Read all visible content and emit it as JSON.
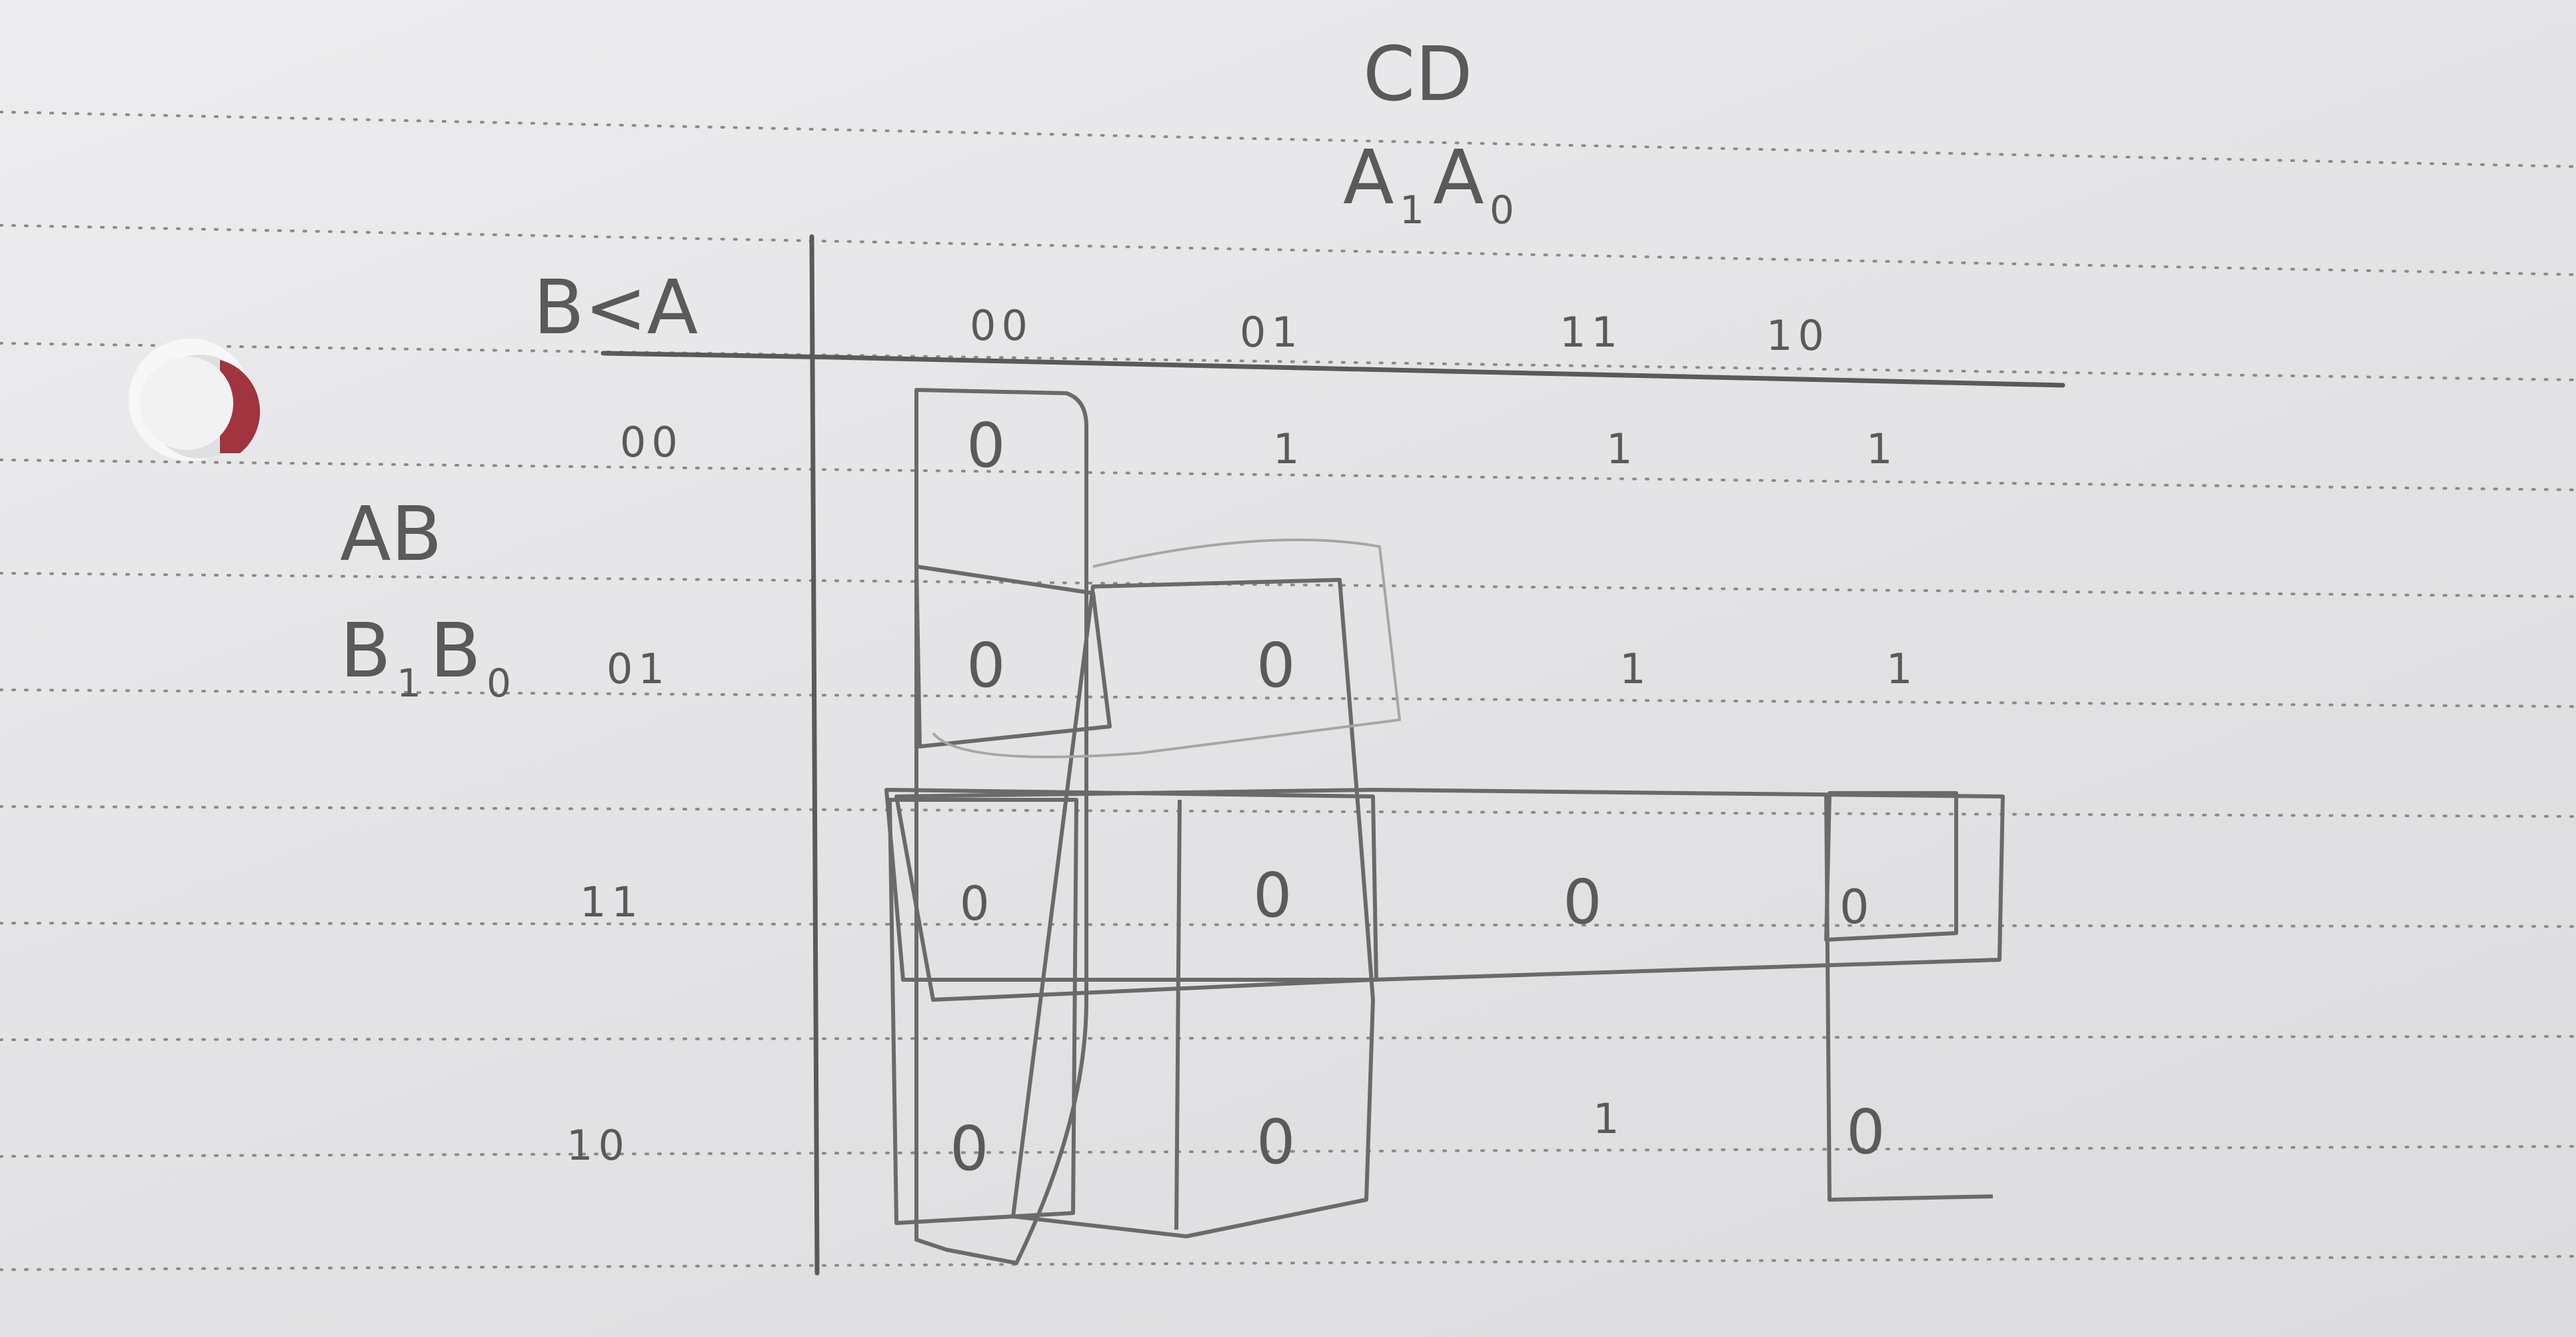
{
  "kmap": {
    "top_title": "CD",
    "top_var": {
      "main1": "A",
      "sub1": "1",
      "main2": "A",
      "sub2": "0"
    },
    "corner_label": "B<A",
    "side_title": "AB",
    "side_var": {
      "main1": "B",
      "sub1": "1",
      "main2": "B",
      "sub2": "0"
    },
    "column_codes": [
      "00",
      "01",
      "11",
      "10"
    ],
    "row_codes": [
      "00",
      "01",
      "11",
      "10"
    ],
    "cells": [
      [
        "0",
        "1",
        "1",
        "1"
      ],
      [
        "0",
        "0",
        "1",
        "1"
      ],
      [
        "0",
        "0",
        "0",
        "0"
      ],
      [
        "0",
        "0",
        "1",
        "0"
      ]
    ],
    "ink_color": "#5a5a5a",
    "rule_color": "#8a8a8a"
  }
}
